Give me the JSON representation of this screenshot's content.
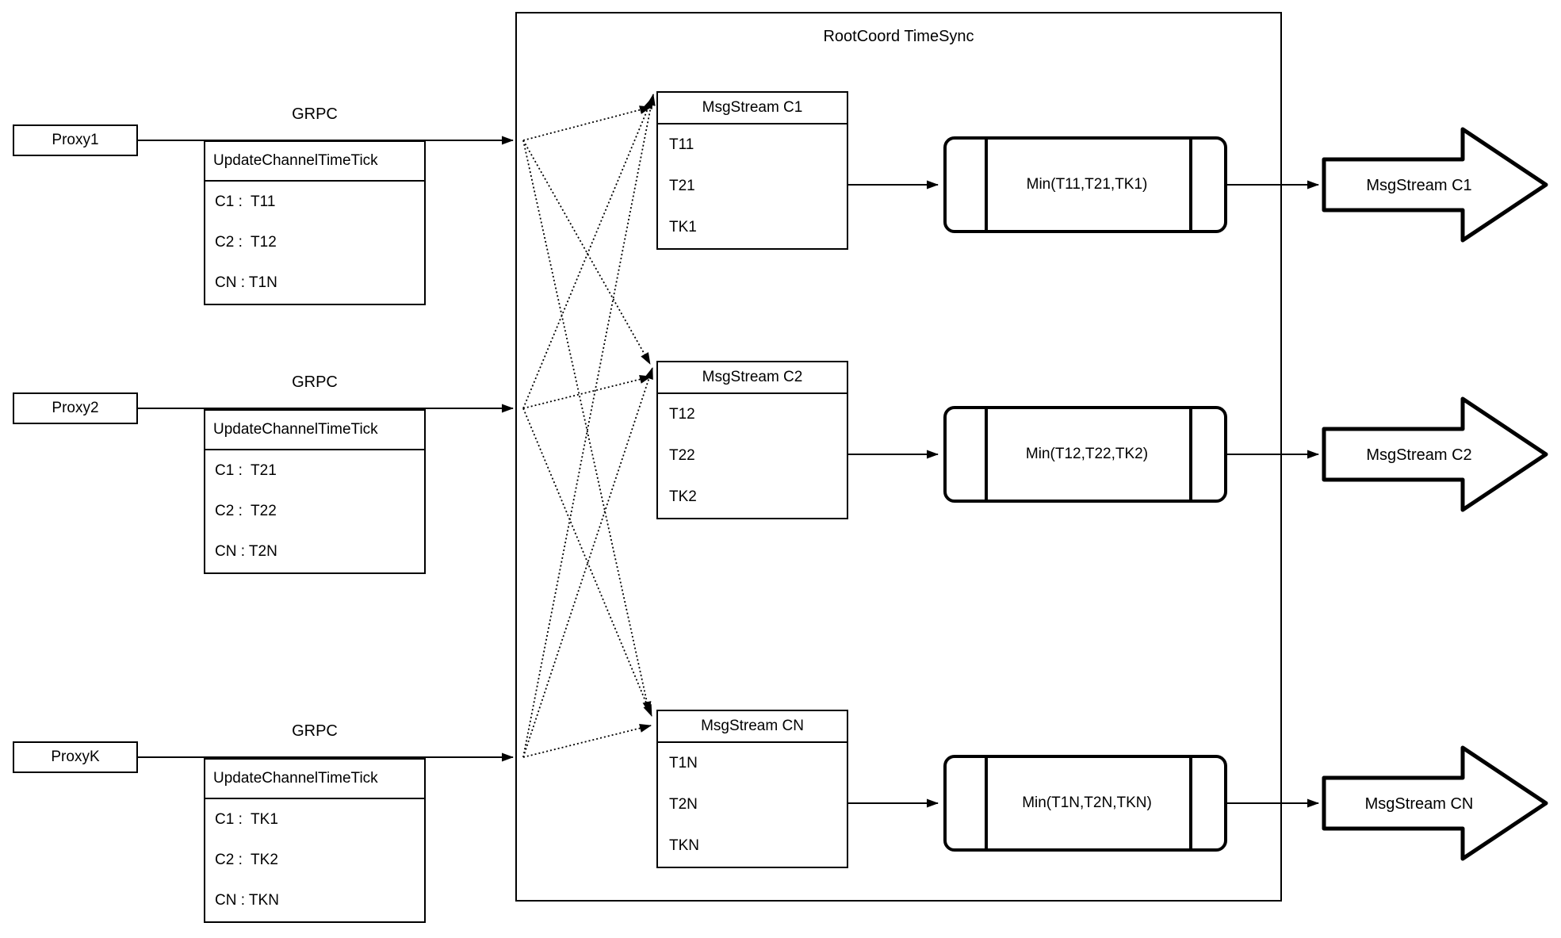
{
  "rootcoord": {
    "title": "RootCoord TimeSync"
  },
  "proxies": [
    {
      "name": "Proxy1",
      "protocol": "GRPC",
      "message": {
        "title": "UpdateChannelTimeTick",
        "rows": [
          "C1 :  T11",
          "C2 :  T12",
          "CN : T1N"
        ]
      }
    },
    {
      "name": "Proxy2",
      "protocol": "GRPC",
      "message": {
        "title": "UpdateChannelTimeTick",
        "rows": [
          "C1 :  T21",
          "C2 :  T22",
          "CN : T2N"
        ]
      }
    },
    {
      "name": "ProxyK",
      "protocol": "GRPC",
      "message": {
        "title": "UpdateChannelTimeTick",
        "rows": [
          "C1 :  TK1",
          "C2 :  TK2",
          "CN : TKN"
        ]
      }
    }
  ],
  "streams": [
    {
      "table_title": "MsgStream C1",
      "inputs": [
        "T11",
        "T21",
        "TK1"
      ],
      "min_label": "Min(T11,T21,TK1)",
      "output_label": "MsgStream C1"
    },
    {
      "table_title": "MsgStream C2",
      "inputs": [
        "T12",
        "T22",
        "TK2"
      ],
      "min_label": "Min(T12,T22,TK2)",
      "output_label": "MsgStream C2"
    },
    {
      "table_title": "MsgStream CN",
      "inputs": [
        "T1N",
        "T2N",
        "TKN"
      ],
      "min_label": "Min(T1N,T2N,TKN)",
      "output_label": "MsgStream CN"
    }
  ],
  "colors": {
    "stroke": "#000000",
    "background": "#ffffff"
  }
}
